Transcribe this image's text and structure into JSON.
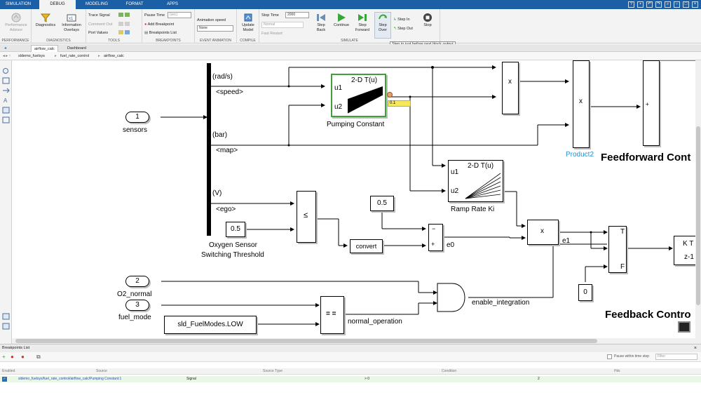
{
  "ribbon_tabs": [
    "SIMULATION",
    "DEBUG",
    "MODELING",
    "FORMAT",
    "APPS"
  ],
  "active_tab": "DEBUG",
  "sections": {
    "performance": {
      "label": "PERFORMANCE",
      "advisor_label": "Performance Advisor"
    },
    "diagnostics": {
      "label": "DIAGNOSTICS",
      "diagnostics_label": "Diagnostics",
      "info_overlays_label": "Information Overlays"
    },
    "tools": {
      "label": "TOOLS",
      "trace_signal": "Trace Signal",
      "comment_out": "Comment Out",
      "port_values": "Port Values"
    },
    "breakpoints": {
      "label": "BREAKPOINTS",
      "pause_time": "Pause Time",
      "pause_time_placeholder": "(sec)",
      "add_breakpoint": "Add Breakpoint",
      "breakpoints_list": "Breakpoints List"
    },
    "event_animation": {
      "label": "EVENT ANIMATION",
      "animation_speed": "Animation speed",
      "animation_value": "None"
    },
    "compile": {
      "label": "COMPILE",
      "update_model": "Update Model"
    },
    "simulate": {
      "label": "SIMULATE",
      "stop_time_label": "Stop Time",
      "stop_time_value": "2000",
      "mode_value": "Normal",
      "fast_restart": "Fast Restart",
      "step_back": "Step Back",
      "continue": "Continue",
      "step_forward": "Step Forward",
      "step_over": "Step Over",
      "step_in": "Step In",
      "step_out": "Step Out",
      "stop": "Stop"
    }
  },
  "tooltip": "Step to just before next block output",
  "doc_tabs": [
    "airflow_calc",
    "Dashboard"
  ],
  "breadcrumbs": [
    "sldemo_fuelsys",
    "fuel_rate_control",
    "airflow_calc"
  ],
  "model": {
    "inport1_num": "1",
    "inport1_label": "sensors",
    "inport2_num": "2",
    "inport2_label": "O2_normal",
    "inport3_num": "3",
    "inport3_label": "fuel_mode",
    "bus_signals": [
      "(rad/s)",
      "<speed>",
      "(bar)",
      "<map>",
      "(V)",
      "<ego>"
    ],
    "lookup1_title": "2-D T(u)",
    "lookup1_label": "Pumping Constant",
    "lookup2_title": "2-D T(u)",
    "lookup2_label": "Ramp Rate Ki",
    "port_u1": "u1",
    "port_u2": "u2",
    "value_badge": "0.1",
    "mult": "x",
    "plus": "+",
    "minus": "−",
    "product2_label": "Product2",
    "feedforward_label": "Feedforward Cont",
    "feedback_label": "Feedback Contro",
    "const_05_a": "0.5",
    "const_05_b": "0.5",
    "const_0": "0",
    "oxygen_label_1": "Oxygen Sensor",
    "oxygen_label_2": "Switching Threshold",
    "compare_op": "≤",
    "convert": "convert",
    "e0": "e0",
    "e1": "e1",
    "switch_t": "T",
    "switch_f": "F",
    "kt_1": "K T",
    "kt_2": "z-1",
    "enable_integration": "enable_integration",
    "normal_operation": "normal_operation",
    "fuel_modes_low": "sld_FuelModes.LOW",
    "equals": "= ="
  },
  "breakpoints_panel": {
    "title": "Breakpoints List",
    "pause_within": "Pause within time step",
    "filter_placeholder": "Filter",
    "columns": [
      "Enabled",
      "Source",
      "Source Type",
      "Condition",
      "Hits"
    ],
    "rows": [
      {
        "source": "sldemo_fuelsys/fuel_rate_control/airflow_calc/Pumping Constant:1",
        "type": "Signal",
        "condition": "> 0",
        "hits": "2"
      }
    ]
  },
  "colors": {
    "ribbon_blue": "#1b5fa6",
    "highlight_green": "#3da03d",
    "badge_yellow": "#f5e85a",
    "link_blue": "#2a8fd0"
  }
}
